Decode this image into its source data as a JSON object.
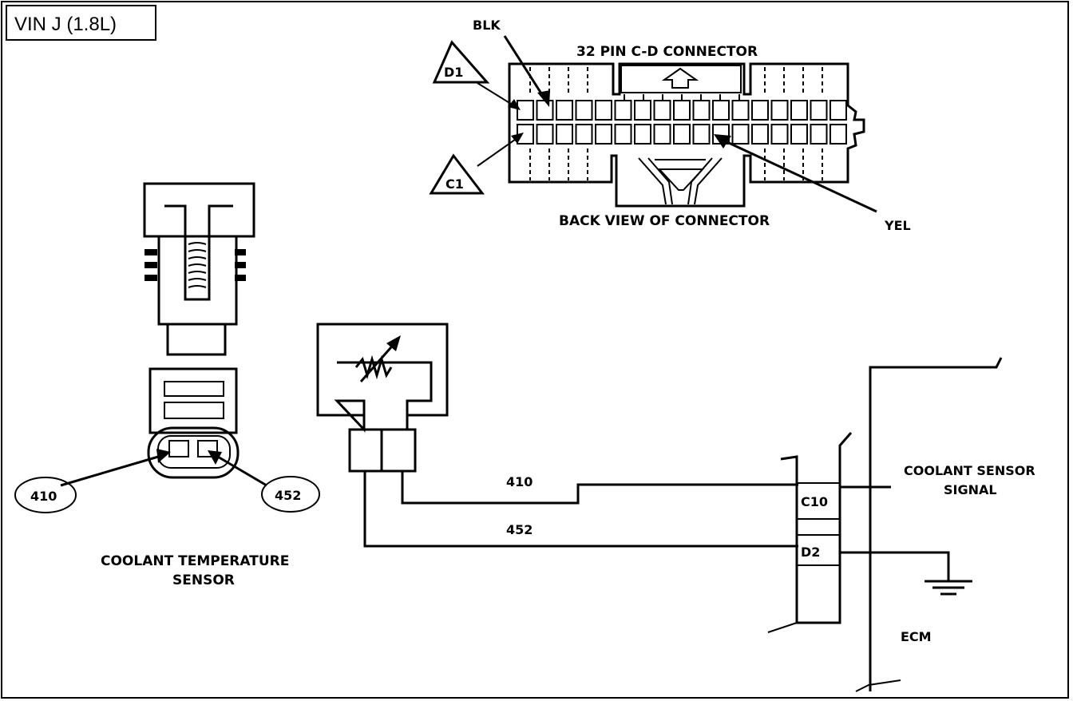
{
  "title": "VIN J (1.8L)",
  "connector": {
    "heading": "32 PIN C-D  CONNECTOR",
    "back_view_label": "BACK VIEW OF CONNECTOR",
    "blk_label": "BLK",
    "yel_label": "YEL",
    "pin_d1": "D1",
    "pin_c1": "C1"
  },
  "sensor": {
    "name_line1": "COOLANT TEMPERATURE",
    "name_line2": "SENSOR",
    "terminal_a": "410",
    "terminal_b": "452"
  },
  "wires": {
    "wire_410": "410",
    "wire_452": "452"
  },
  "ecm": {
    "label": "ECM",
    "pin_c10": "C10",
    "pin_d2": "D2",
    "signal_line1": "COOLANT SENSOR",
    "signal_line2": "SIGNAL"
  }
}
